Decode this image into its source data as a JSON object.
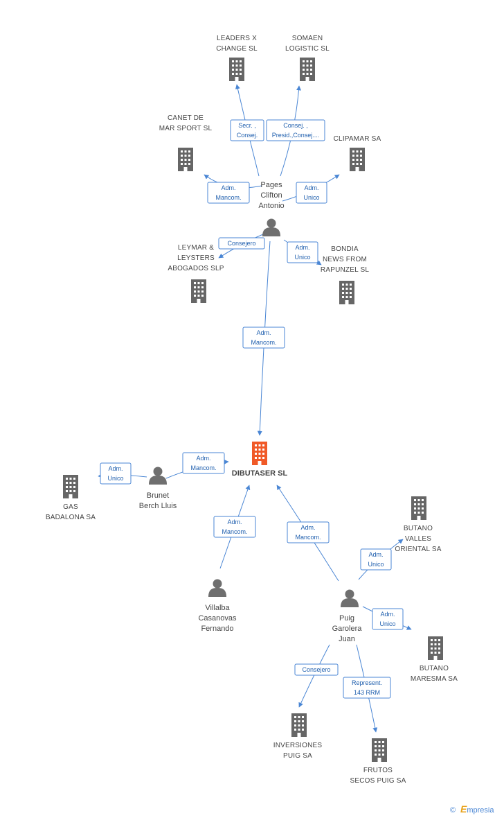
{
  "colors": {
    "edge": "#4a86d4",
    "building": "#666666",
    "focus_building": "#f05a28",
    "person": "#6f6f6f",
    "footer_accent": "#e8a21a"
  },
  "nodes": [
    {
      "id": "leaders",
      "type": "company",
      "lines": [
        "LEADERS X",
        "CHANGE SL"
      ]
    },
    {
      "id": "somaen",
      "type": "company",
      "lines": [
        "SOMAEN",
        "LOGISTIC SL"
      ]
    },
    {
      "id": "canet",
      "type": "company",
      "lines": [
        "CANET DE",
        "MAR SPORT SL"
      ]
    },
    {
      "id": "clipamar",
      "type": "company",
      "lines": [
        "CLIPAMAR SA"
      ]
    },
    {
      "id": "pages",
      "type": "person",
      "lines": [
        "Pages",
        "Clifton",
        "Antonio"
      ]
    },
    {
      "id": "leymar",
      "type": "company",
      "lines": [
        "LEYMAR &",
        "LEYSTERS",
        "ABOGADOS  SLP"
      ]
    },
    {
      "id": "bondia",
      "type": "company",
      "lines": [
        "BONDIA",
        "NEWS FROM",
        "RAPUNZEL SL"
      ]
    },
    {
      "id": "dibutaser",
      "type": "focus",
      "lines": [
        "DIBUTASER SL"
      ]
    },
    {
      "id": "brunet",
      "type": "person",
      "lines": [
        "Brunet",
        "Berch Lluis"
      ]
    },
    {
      "id": "gas",
      "type": "company",
      "lines": [
        "GAS",
        "BADALONA SA"
      ]
    },
    {
      "id": "butano_valles",
      "type": "company",
      "lines": [
        "BUTANO",
        "VALLES",
        "ORIENTAL SA"
      ]
    },
    {
      "id": "villalba",
      "type": "person",
      "lines": [
        "Villalba",
        "Casanovas",
        "Fernando"
      ]
    },
    {
      "id": "puig",
      "type": "person",
      "lines": [
        "Puig",
        "Garolera",
        "Juan"
      ]
    },
    {
      "id": "butano_maresma",
      "type": "company",
      "lines": [
        "BUTANO",
        "MARESMA SA"
      ]
    },
    {
      "id": "inversiones",
      "type": "company",
      "lines": [
        "INVERSIONES",
        "PUIG SA"
      ]
    },
    {
      "id": "frutos",
      "type": "company",
      "lines": [
        "FRUTOS",
        "SECOS PUIG SA"
      ]
    }
  ],
  "edges": [
    {
      "from": "pages",
      "to": "leaders",
      "label": [
        "Secr. ,",
        "Consej."
      ]
    },
    {
      "from": "pages",
      "to": "somaen",
      "label": [
        "Consej. ,",
        "Presid.,Consej...."
      ]
    },
    {
      "from": "pages",
      "to": "canet",
      "label": [
        "Adm.",
        "Mancom."
      ]
    },
    {
      "from": "pages",
      "to": "clipamar",
      "label": [
        "Adm.",
        "Unico"
      ]
    },
    {
      "from": "pages",
      "to": "leymar",
      "label": [
        "Consejero"
      ]
    },
    {
      "from": "pages",
      "to": "bondia",
      "label": [
        "Adm.",
        "Unico"
      ]
    },
    {
      "from": "pages",
      "to": "dibutaser",
      "label": [
        "Adm.",
        "Mancom."
      ]
    },
    {
      "from": "brunet",
      "to": "dibutaser",
      "label": [
        "Adm.",
        "Mancom."
      ]
    },
    {
      "from": "brunet",
      "to": "gas",
      "label": [
        "Adm.",
        "Unico"
      ]
    },
    {
      "from": "villalba",
      "to": "dibutaser",
      "label": [
        "Adm.",
        "Mancom."
      ]
    },
    {
      "from": "puig",
      "to": "dibutaser",
      "label": [
        "Adm.",
        "Mancom."
      ]
    },
    {
      "from": "puig",
      "to": "butano_valles",
      "label": [
        "Adm.",
        "Unico"
      ]
    },
    {
      "from": "puig",
      "to": "butano_maresma",
      "label": [
        "Adm.",
        "Unico"
      ]
    },
    {
      "from": "puig",
      "to": "inversiones",
      "label": [
        "Consejero"
      ]
    },
    {
      "from": "puig",
      "to": "frutos",
      "label": [
        "Represent.",
        "143 RRM"
      ]
    }
  ],
  "footer": {
    "copyright": "©",
    "brand_initial": "E",
    "brand_rest": "mpresia"
  }
}
